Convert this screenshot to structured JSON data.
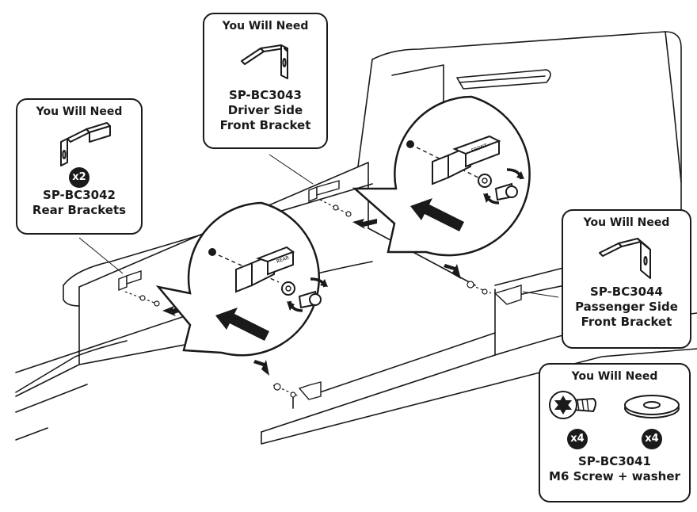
{
  "callouts": {
    "rear": {
      "need": "You Will Need",
      "qty": "x2",
      "part": "SP-BC3042",
      "desc": "Rear Brackets"
    },
    "driver": {
      "need": "You Will Need",
      "part": "SP-BC3043",
      "desc_line1": "Driver Side",
      "desc_line2": "Front Bracket"
    },
    "passenger": {
      "need": "You Will Need",
      "part": "SP-BC3044",
      "desc_line1": "Passenger Side",
      "desc_line2": "Front Bracket"
    },
    "hardware": {
      "need": "You Will Need",
      "screw_qty": "x4",
      "washer_qty": "x4",
      "part": "SP-BC3041",
      "desc": "M6 Screw + washer"
    }
  },
  "bracket_labels": {
    "rear": "REAR",
    "front": "FRONT"
  },
  "icons": {
    "bracket": "bracket-icon",
    "screw": "torx-screw-icon",
    "washer": "washer-icon",
    "arrow": "direction-arrow-icon",
    "rotate": "rotate-arrow-icon"
  },
  "colors": {
    "line": "#1a1a1a",
    "background": "#ffffff"
  }
}
